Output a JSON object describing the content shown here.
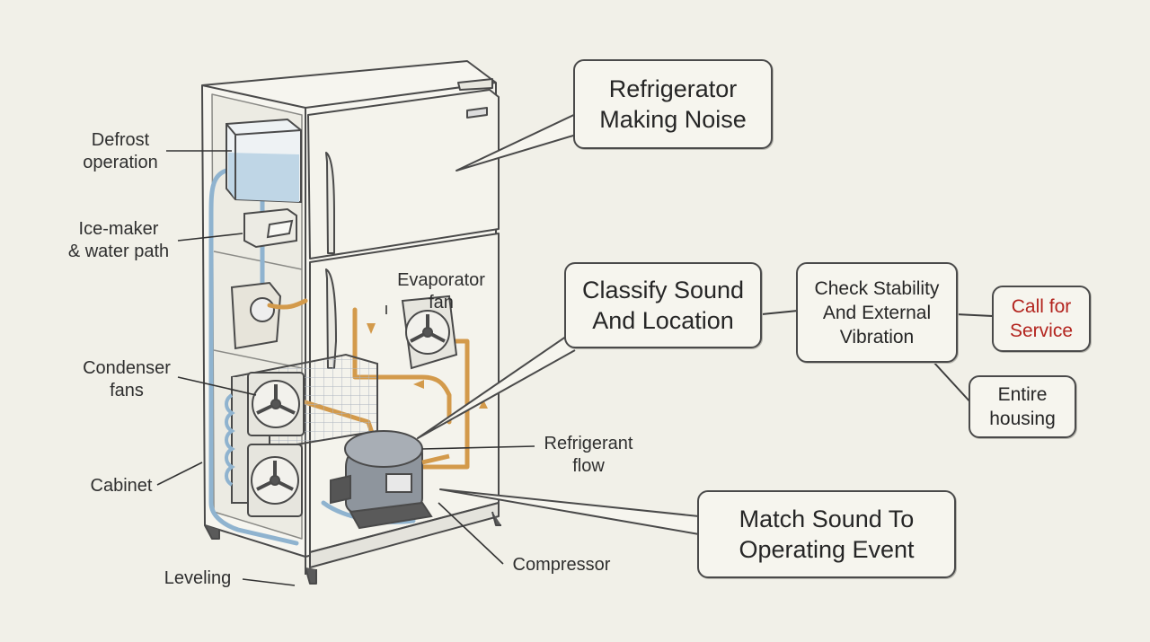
{
  "colors": {
    "background": "#f1f0e8",
    "outline": "#4a4a4a",
    "refrigerant_line": "#d39a4b",
    "water_line": "#8fb3cf",
    "alert_text": "#b3241e"
  },
  "labels": {
    "defrost": [
      "Defrost",
      "operation"
    ],
    "icemaker": [
      "Ice-maker",
      "& water path"
    ],
    "condenser": [
      "Condenser",
      "fans"
    ],
    "cabinet": "Cabinet",
    "leveling": "Leveling",
    "evaporator": [
      "Evaporator",
      "fan"
    ],
    "refrigerant": [
      "Refrigerant",
      "flow"
    ],
    "compressor": "Compressor"
  },
  "boxes": {
    "title": [
      "Refrigerator",
      "Making Noise"
    ],
    "classify": [
      "Classify Sound",
      "And Location"
    ],
    "stability": [
      "Check Stability",
      "And External",
      "Vibration"
    ],
    "service": [
      "Call for",
      "Service"
    ],
    "housing": [
      "Entire",
      "housing"
    ],
    "match": [
      "Match Sound To",
      "Operating Event"
    ]
  },
  "icons": [
    "fan-icon",
    "compressor-icon",
    "coil-icon",
    "tank-icon",
    "flow-arrow-icon"
  ]
}
